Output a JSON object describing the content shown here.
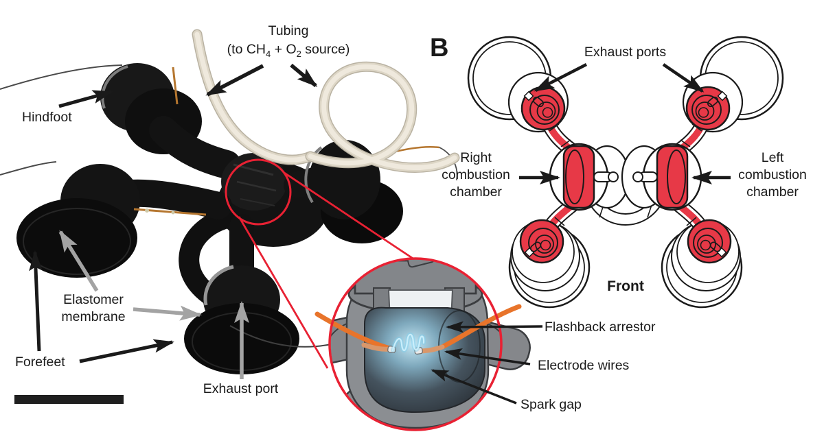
{
  "figure": {
    "colors": {
      "background": "#ffffff",
      "ink": "#1a1a1a",
      "annotation_red": "#e82133",
      "schematic_red": "#e73947",
      "wire_orange": "#e8742b",
      "spark_blue": "#c9eefb",
      "arrow_gray": "#a3a3a3",
      "robot_black": "#141414",
      "tubing_beige": "#d6cfc0",
      "inset_gray": "#8b8e92"
    },
    "panel_a": {
      "labels": {
        "tubing_title": "Tubing",
        "tubing_source_prefix": "(to CH",
        "tubing_source_sub1": "4",
        "tubing_source_infix": " + O",
        "tubing_source_sub2": "2",
        "tubing_source_suffix": " source)",
        "hindfoot": "Hindfoot",
        "elastomer_membrane": "Elastomer membrane",
        "forefeet": "Forefeet",
        "exhaust_port": "Exhaust port"
      },
      "inset": {
        "flashback_arrestor": "Flashback arrestor",
        "electrode_wires": "Electrode wires",
        "spark_gap": "Spark gap"
      }
    },
    "panel_b": {
      "letter": "B",
      "labels": {
        "exhaust_ports": "Exhaust ports",
        "right_combustion_chamber": "Right combustion chamber",
        "left_combustion_chamber": "Left combustion chamber",
        "front": "Front"
      }
    }
  }
}
